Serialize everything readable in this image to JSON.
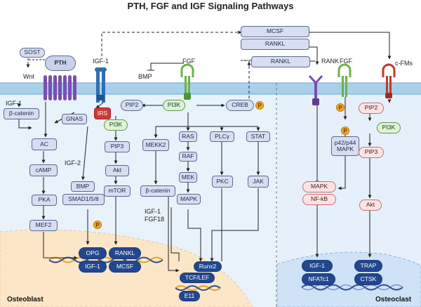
{
  "title": "PTH, FGF and IGF Signaling Pathways",
  "cells": {
    "left": "Osteoblast",
    "right": "Osteoclast"
  },
  "ligands": {
    "sost": "SOST",
    "pth": "PTH",
    "wnt": "Wnt",
    "igf1_top": "IGF-1",
    "fgf_top": "FGF",
    "bmp_top": "BMP",
    "rank": "RANK",
    "fgf_right": "FGF",
    "cfms": "c-FMs"
  },
  "left_nodes": {
    "igf1_side": "IGF-1",
    "beta_catenin": "β-catenin",
    "gnas": "GNAS",
    "irs": "IRS",
    "pi3k_a": "PI3K",
    "pip2_a": "PIP2",
    "pi3k_b": "PI3K",
    "creb": "CREB",
    "ac": "AC",
    "camp": "cAMP",
    "pka": "PKA",
    "mef2": "MEF2",
    "igf2": "IGF-2",
    "bmp": "BMP",
    "smad": "SMAD1/5/8",
    "pip3": "PIP3",
    "akt": "Akt",
    "mtor": "mTOR",
    "mekk2": "MEKK2",
    "beta_catenin_b": "β-catenin",
    "igf1_fgf18": [
      "IGF-1",
      "FGF18"
    ],
    "ras": "RAS",
    "raf": "RAF",
    "mek": "MEK",
    "mapk": "MAPK",
    "plcg": "PLCγ",
    "pkc": "PKC",
    "stat": "STAT",
    "jak": "JAK"
  },
  "left_nucleus": {
    "opg": "OPG",
    "rankl": "RANKL",
    "igf1": "IGF-1",
    "mcsf": "MCSF",
    "runx2": "Runx2",
    "tcf_lef": "TCF/LEF",
    "e11": "E11"
  },
  "top_right": {
    "mcsf": "MCSF",
    "rankl_a": "RANKL",
    "rankl_b": "RANKL"
  },
  "right_nodes": {
    "p42p44": [
      "p42/p44",
      "MAPK"
    ],
    "pip2": "PIP2",
    "pi3k": "PI3K",
    "pip3": "PIP3",
    "akt": "Akt",
    "mapk": "MAPK",
    "nfkb": "NF-kB"
  },
  "right_nucleus": {
    "igf1": "IGF-1",
    "nfatc1": "NFATc1",
    "trap": "TRAP",
    "ctsk": "CTSK"
  },
  "phospho": "P",
  "colors": {
    "membrane": "#a9d0ea",
    "membrane_line": "#6fa7d3",
    "cytoplasm": "#e8f2fb",
    "node_fill": "#d7def2",
    "node_stroke": "#5a6a90",
    "dark_node": "#23478f",
    "irs": "#c93a3a",
    "pth": "#c9d2ea",
    "receptor_purple": "#7a4fb0",
    "receptor_green": "#6bb24a",
    "receptor_red": "#c0392b",
    "phospho": "#f3a72a",
    "nucleus_left": "#fbe6c8",
    "nucleus_right": "#cfe2f6",
    "dna": "#e8a51c"
  },
  "icons": [
    "gpcr-receptor-icon",
    "igf1-receptor-icon",
    "fgf-receptor-icon",
    "rank-receptor-icon",
    "cfms-receptor-icon",
    "dna-helix-icon"
  ]
}
